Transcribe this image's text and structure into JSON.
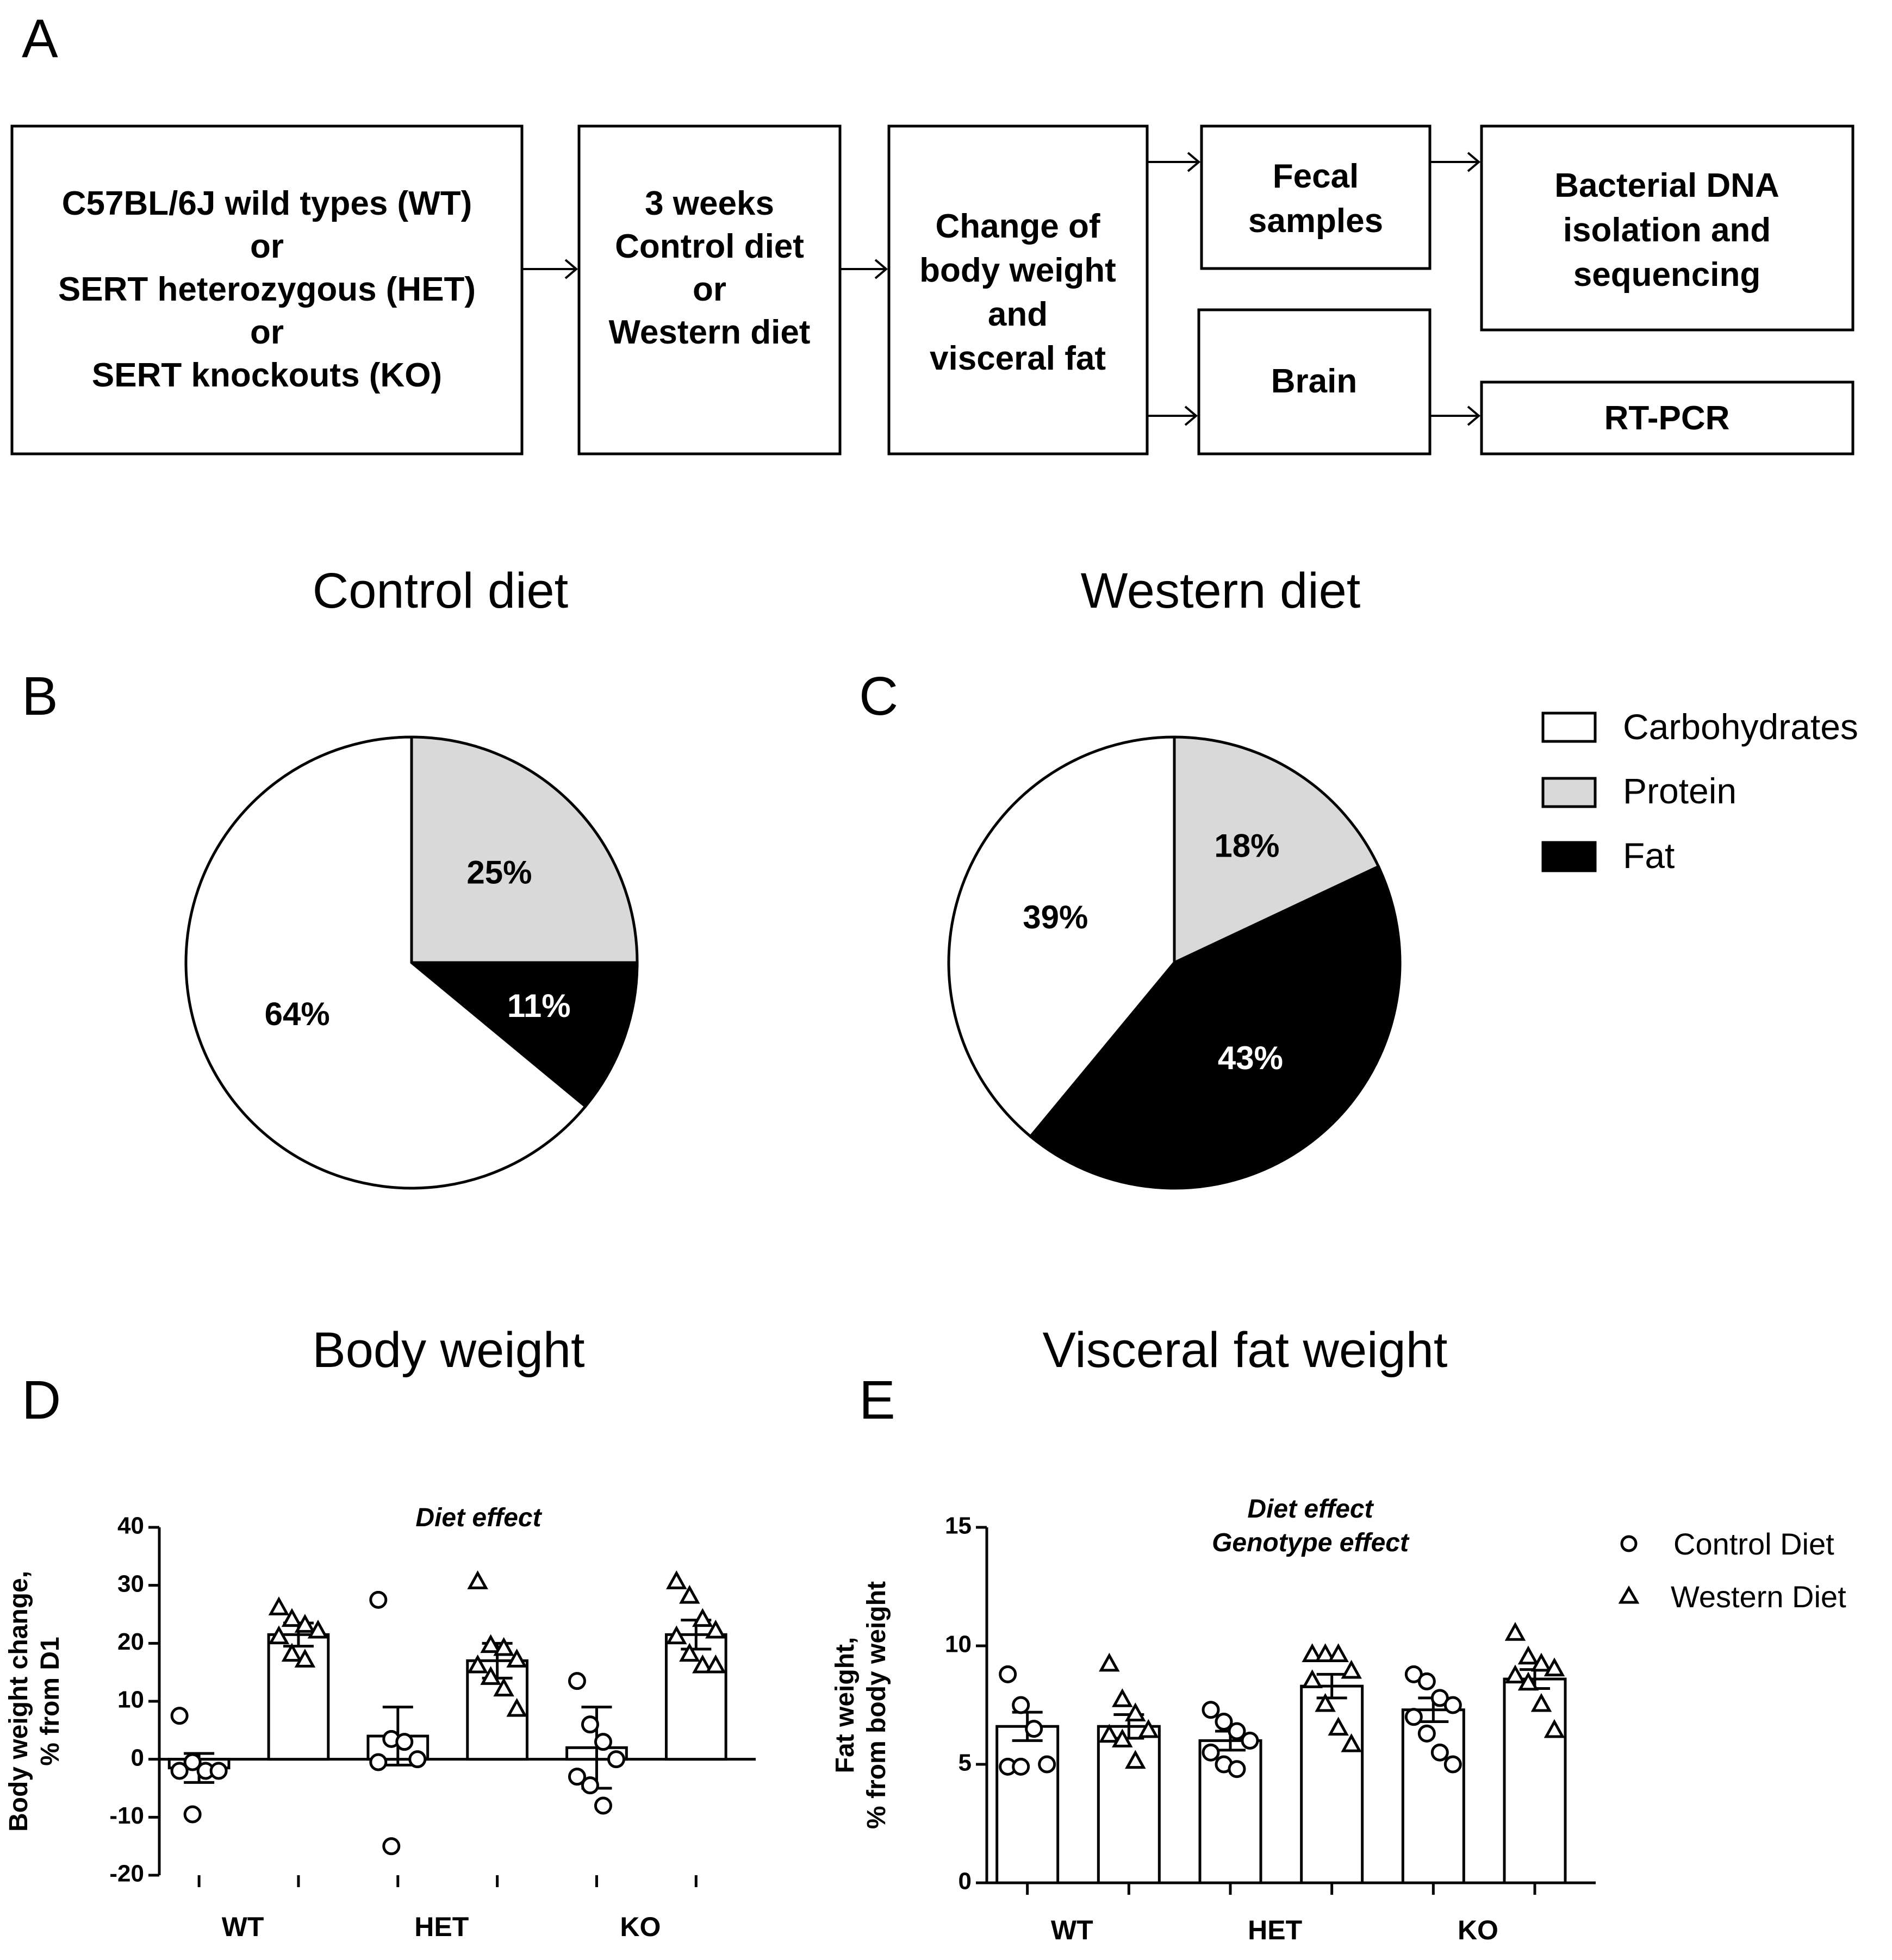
{
  "panel_letters": {
    "a": "A",
    "b": "B",
    "c": "C",
    "d": "D",
    "e": "E"
  },
  "flowchart": {
    "boxes": {
      "genotypes": [
        "C57BL/6J wild types (WT)",
        "or",
        "SERT heterozygous (HET)",
        "or",
        "SERT knockouts (KO)"
      ],
      "diet": [
        "3 weeks",
        "",
        "Control diet",
        "or",
        "Western diet"
      ],
      "change": [
        "Change of",
        "body weight",
        "and",
        "visceral fat"
      ],
      "fecal": [
        "Fecal",
        "samples"
      ],
      "brain": [
        "Brain"
      ],
      "bacterial": [
        "Bacterial DNA",
        "isolation and",
        "sequencing"
      ],
      "rtpcr": [
        "RT-PCR"
      ]
    }
  },
  "colors": {
    "carbohydrates": "#ffffff",
    "protein": "#d9d9d9",
    "fat": "#000000",
    "stroke": "#000000"
  },
  "legend": {
    "carbohydrates": "Carbohydrates",
    "protein": "Protein",
    "fat": "Fat"
  },
  "chart_data": [
    {
      "type": "pie",
      "panel": "B",
      "title": "Control diet",
      "slices": [
        {
          "name": "Protein",
          "value": 25,
          "label": "25%"
        },
        {
          "name": "Fat",
          "value": 11,
          "label": "11%"
        },
        {
          "name": "Carbohydrates",
          "value": 64,
          "label": "64%"
        }
      ]
    },
    {
      "type": "pie",
      "panel": "C",
      "title": "Western diet",
      "slices": [
        {
          "name": "Protein",
          "value": 18,
          "label": "18%"
        },
        {
          "name": "Fat",
          "value": 43,
          "label": "43%"
        },
        {
          "name": "Carbohydrates",
          "value": 39,
          "label": "39%"
        }
      ]
    },
    {
      "type": "bar",
      "panel": "D",
      "title": "Body weight",
      "annotations": [
        "Diet effect"
      ],
      "ylabel": [
        "Body weight change,",
        "% from D1"
      ],
      "categories": [
        "WT",
        "HET",
        "KO"
      ],
      "ylim": [
        -20,
        40
      ],
      "yticks": [
        -20,
        -10,
        0,
        10,
        20,
        30,
        40
      ],
      "series": [
        {
          "name": "Control Diet",
          "marker": "circle",
          "mean": [
            -1.5,
            4,
            2
          ],
          "err": [
            2.5,
            5,
            7
          ],
          "points": [
            [
              7.5,
              -0.5,
              -2,
              -2,
              -2,
              -9.5
            ],
            [
              27.5,
              3.5,
              3,
              0,
              -0.5,
              -15
            ],
            [
              13.5,
              6,
              3,
              0,
              -3,
              -4.5,
              -8
            ]
          ]
        },
        {
          "name": "Western Diet",
          "marker": "triangle",
          "mean": [
            21.5,
            17,
            21.5
          ],
          "err": [
            2,
            3,
            2.5
          ],
          "points": [
            [
              26,
              24,
              23,
              22,
              21,
              18,
              17
            ],
            [
              30.5,
              19.5,
              19,
              17,
              16,
              14,
              12,
              8.5
            ],
            [
              30.5,
              28,
              24,
              22,
              21,
              18,
              16,
              16
            ]
          ]
        }
      ]
    },
    {
      "type": "bar",
      "panel": "E",
      "title": "Visceral fat weight",
      "annotations": [
        "Diet effect",
        "Genotype effect"
      ],
      "ylabel": [
        "Fat weight,",
        "% from body weight"
      ],
      "categories": [
        "WT",
        "HET",
        "KO"
      ],
      "ylim": [
        0,
        15
      ],
      "yticks": [
        0,
        5,
        10,
        15
      ],
      "series": [
        {
          "name": "Control Diet",
          "marker": "circle",
          "mean": [
            6.6,
            6.0,
            7.3
          ],
          "err": [
            0.6,
            0.4,
            0.5
          ],
          "points": [
            [
              8.8,
              7.5,
              6.5,
              5.0,
              4.9,
              4.9
            ],
            [
              7.3,
              6.8,
              6.4,
              6.0,
              5.5,
              5.0,
              4.8
            ],
            [
              8.8,
              8.5,
              7.8,
              7.5,
              7.0,
              6.3,
              5.5,
              5.0
            ]
          ]
        },
        {
          "name": "Western Diet",
          "marker": "triangle",
          "mean": [
            6.6,
            8.3,
            8.6
          ],
          "err": [
            0.5,
            0.5,
            0.4
          ],
          "points": [
            [
              9.2,
              7.7,
              7.1,
              6.4,
              6.2,
              6.0,
              5.1
            ],
            [
              9.6,
              9.6,
              9.6,
              8.9,
              8.5,
              7.5,
              6.5,
              5.8
            ],
            [
              10.5,
              9.5,
              9.2,
              9.0,
              8.7,
              8.4,
              7.5,
              6.4
            ]
          ]
        }
      ]
    }
  ],
  "legend2": {
    "control": "Control Diet",
    "western": "Western Diet"
  }
}
